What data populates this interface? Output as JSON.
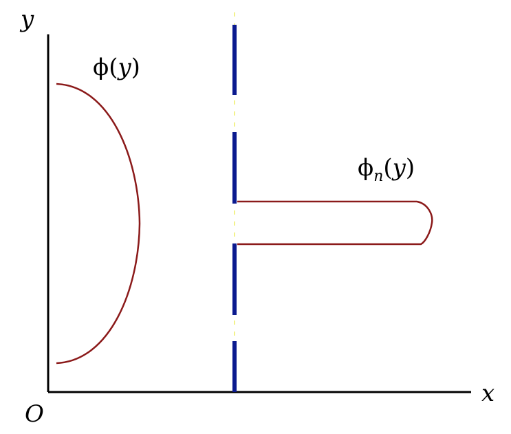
{
  "axes": {
    "y_label": "y",
    "x_label": "x",
    "origin_label": "O"
  },
  "functions": {
    "incident": {
      "phi": "ϕ",
      "open": "(",
      "var": "y",
      "close": ")"
    },
    "transmitted": {
      "phi": "ϕ",
      "sub": "n",
      "open": "(",
      "var": "y",
      "close": ")"
    }
  },
  "colors": {
    "axis": "#000000",
    "curve": "#8b1a1a",
    "barrier": "#0b1a8f",
    "gap": "#f2f28a"
  }
}
